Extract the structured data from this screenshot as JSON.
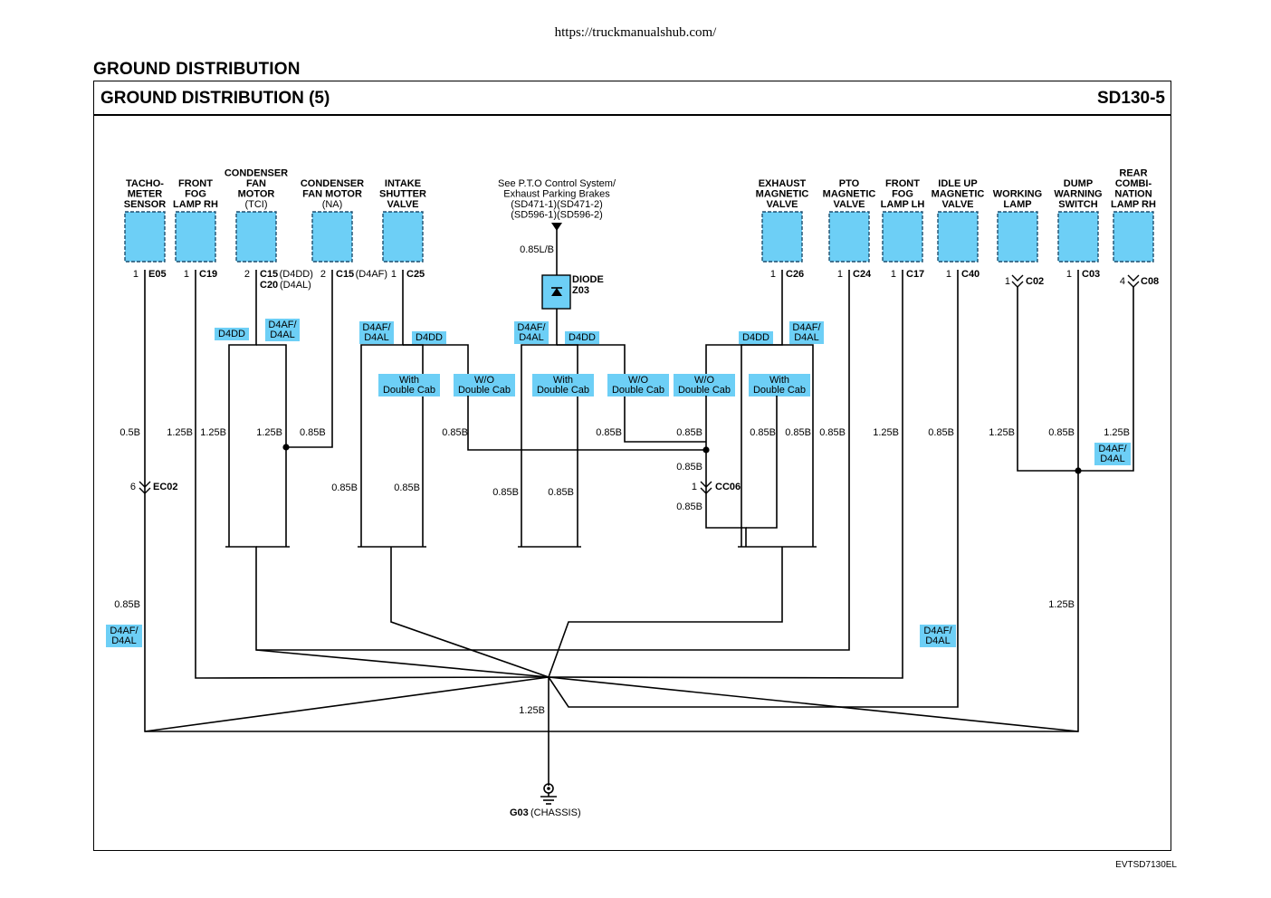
{
  "url": "https://truckmanualshub.com/",
  "section_title": "GROUND  DISTRIBUTION",
  "diagram_title": "GROUND DISTRIBUTION (5)",
  "diagram_code": "SD130-5",
  "footer_code": "EVTSD7130EL",
  "colors": {
    "component_fill": "#6dcff6",
    "tag_fill": "#6dcff6",
    "wire": "#000000"
  },
  "components": [
    {
      "label": [
        "TACHO-",
        "METER",
        "SENSOR"
      ],
      "pin": "1",
      "conn": "E05"
    },
    {
      "label": [
        "FRONT",
        "FOG",
        "LAMP RH"
      ],
      "pin": "1",
      "conn": "C19"
    },
    {
      "label": [
        "CONDENSER",
        "FAN",
        "MOTOR"
      ],
      "sub": "(TCI)",
      "pin": "2",
      "conn": "C15",
      "conn_note": "(D4DD)",
      "conn2": "C20",
      "conn2_note": "(D4AL)"
    },
    {
      "label": [
        "CONDENSER",
        "FAN MOTOR"
      ],
      "sub": "(NA)",
      "pin": "2",
      "conn": "C15",
      "conn_note": "(D4AF)"
    },
    {
      "label": [
        "INTAKE",
        "SHUTTER",
        "VALVE"
      ],
      "pin": "1",
      "conn": "C25"
    },
    {
      "label": [
        "EXHAUST",
        "MAGNETIC",
        "VALVE"
      ],
      "pin": "1",
      "conn": "C26"
    },
    {
      "label": [
        "PTO",
        "MAGNETIC",
        "VALVE"
      ],
      "pin": "1",
      "conn": "C24"
    },
    {
      "label": [
        "FRONT",
        "FOG",
        "LAMP LH"
      ],
      "pin": "1",
      "conn": "C17"
    },
    {
      "label": [
        "IDLE UP",
        "MAGNETIC",
        "VALVE"
      ],
      "pin": "1",
      "conn": "C40"
    },
    {
      "label": [
        "WORKING",
        "LAMP"
      ],
      "pin": "1",
      "conn": "C02"
    },
    {
      "label": [
        "DUMP",
        "WARNING",
        "SWITCH"
      ],
      "pin": "1",
      "conn": "C03"
    },
    {
      "label": [
        "REAR",
        "COMBI-",
        "NATION",
        "LAMP RH"
      ],
      "pin": "4",
      "conn": "C08"
    }
  ],
  "pto_note": [
    "See P.T.O Control System/",
    "Exhaust Parking Brakes",
    "(SD471-1)(SD471-2)",
    "(SD596-1)(SD596-2)"
  ],
  "diode": {
    "label": "DIODE",
    "id": "Z03"
  },
  "tags": {
    "d4dd": "D4DD",
    "d4af": "D4AF/",
    "d4al": "D4AL",
    "with": "With",
    "wo": "W/O",
    "double_cab": "Double Cab"
  },
  "connectors": {
    "ec02": "EC02",
    "ec02_pin": "6",
    "cc06": "CC06",
    "cc06_pin": "1"
  },
  "wire_sizes": {
    "w05": "0.5B",
    "w085": "0.85B",
    "w125": "1.25B",
    "w085lb": "0.85L/B"
  },
  "ground": {
    "id": "G03",
    "note": "(CHASSIS)"
  }
}
